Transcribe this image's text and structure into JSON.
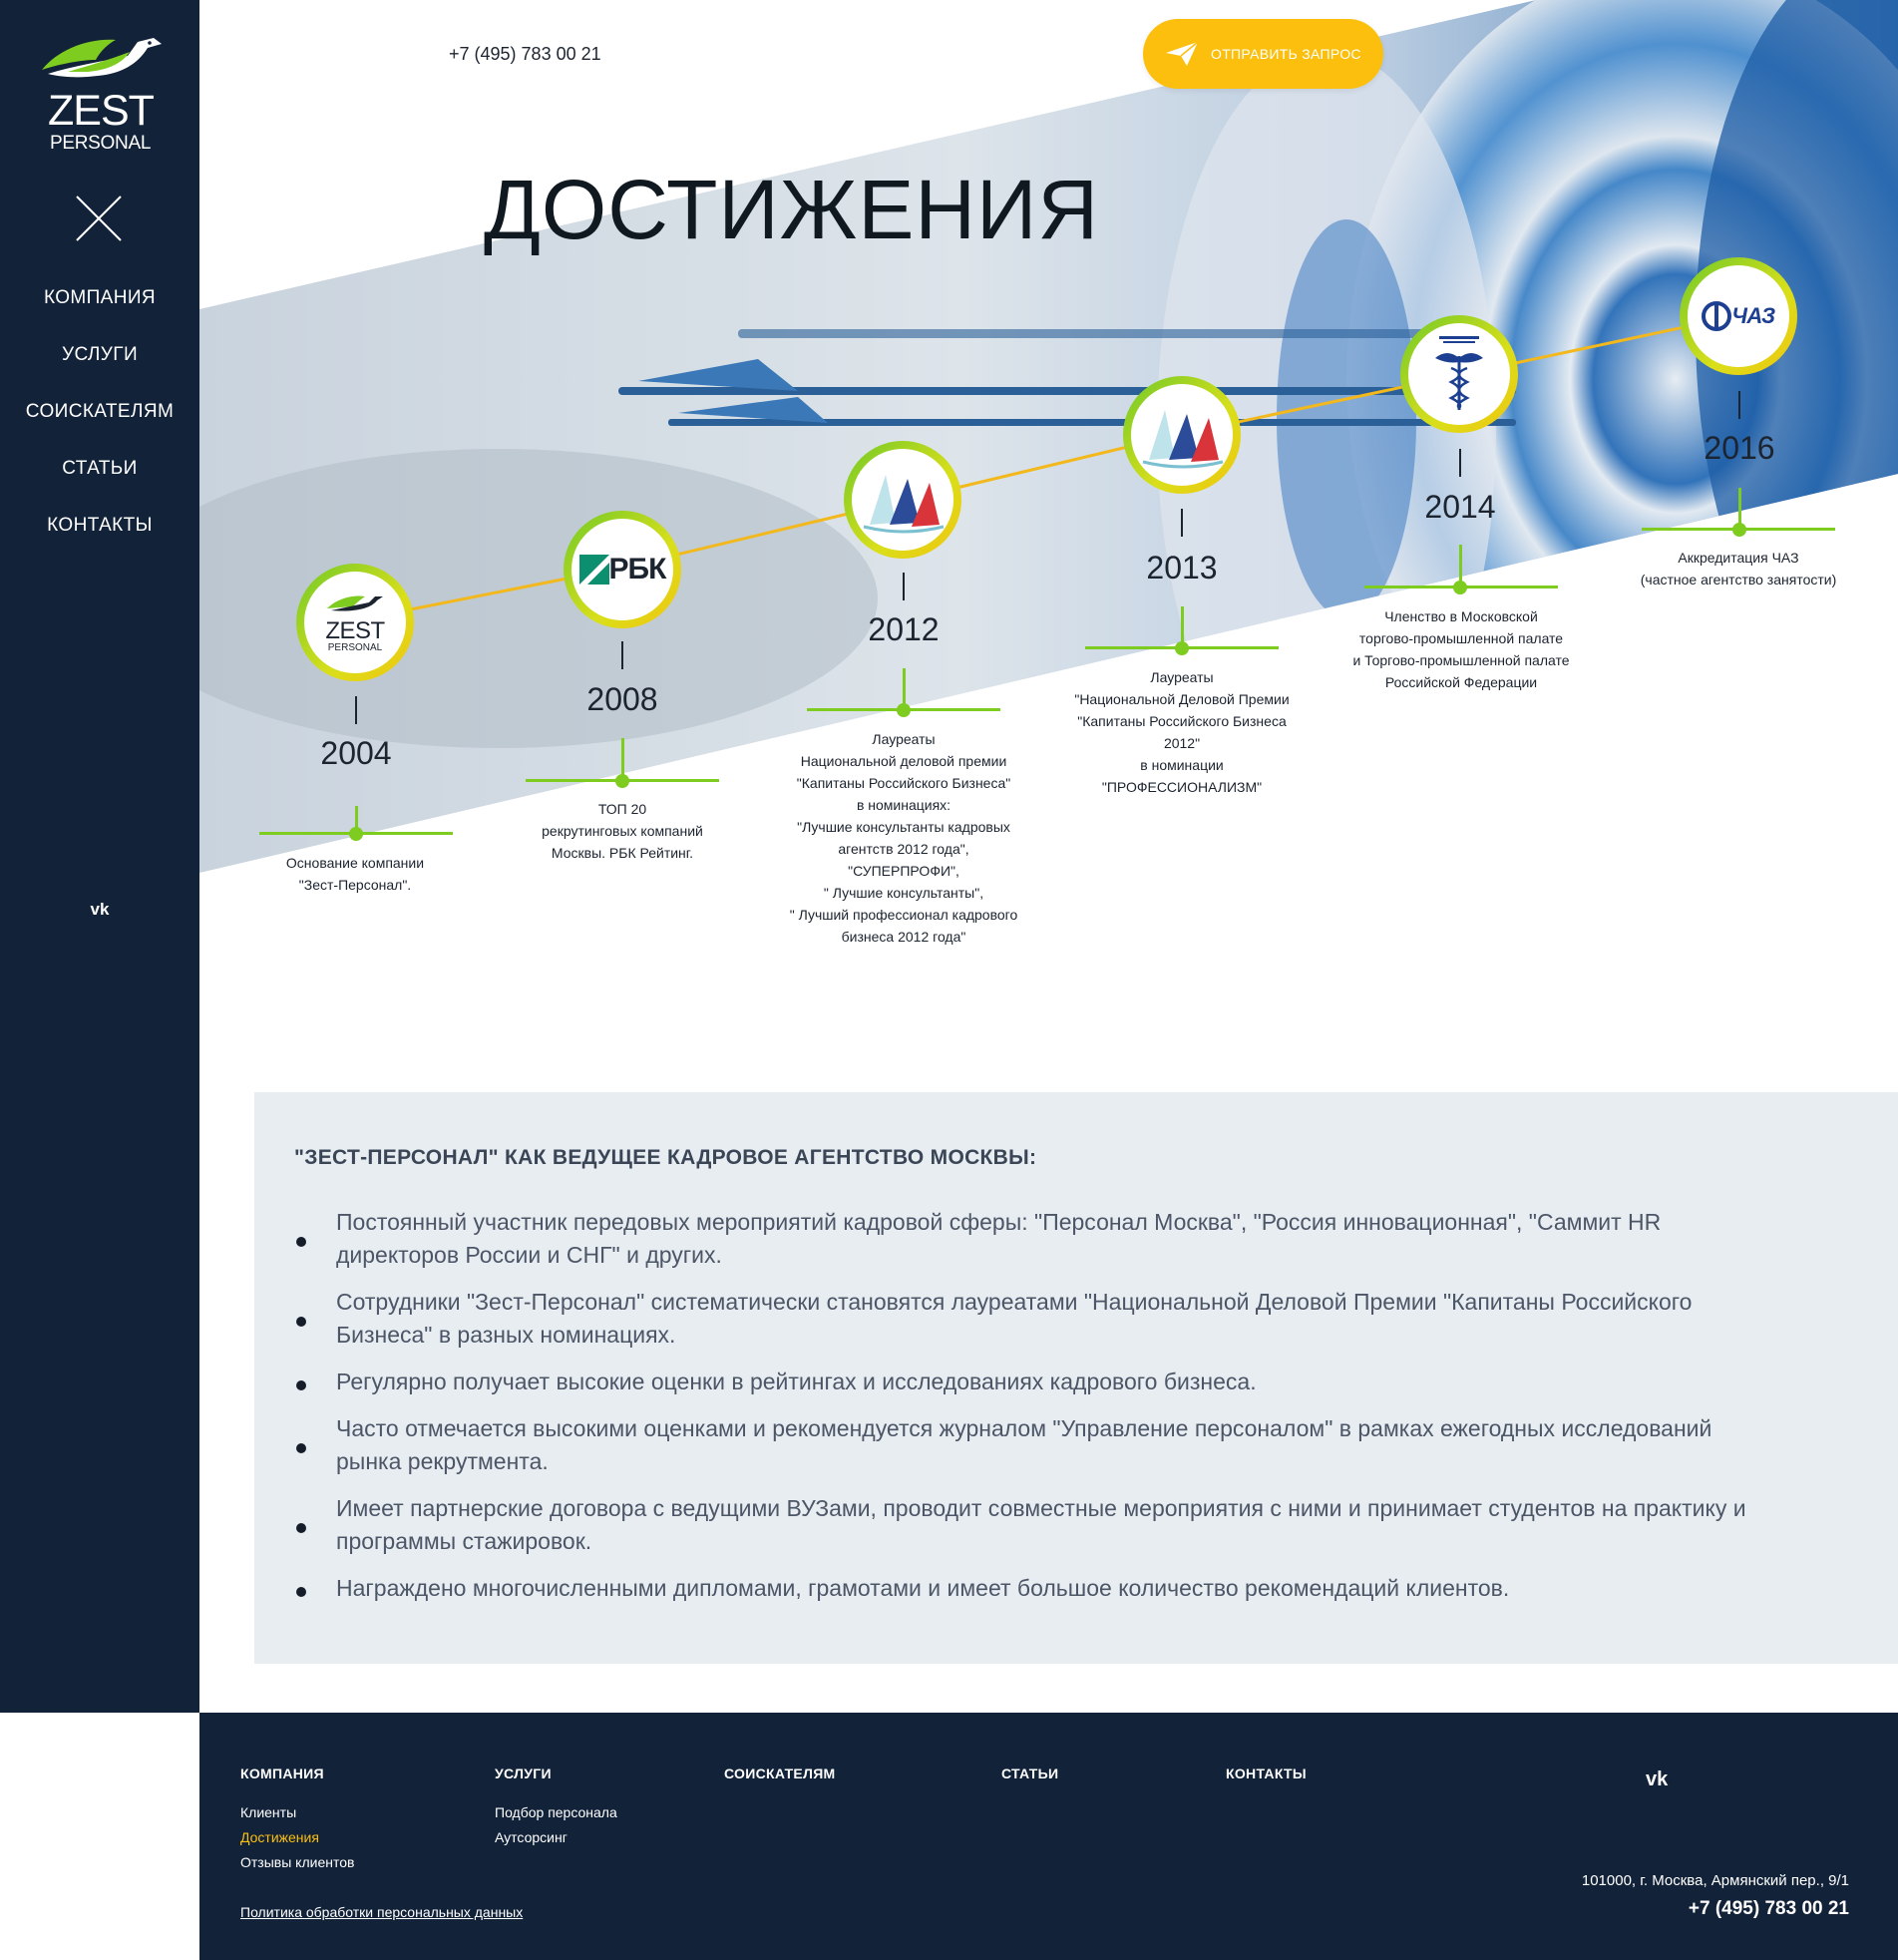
{
  "brand": {
    "name": "ZEST",
    "sub": "PERSONAL",
    "colors": {
      "navy": "#122239",
      "accent_yellow": "#fcbf0d",
      "accent_green": "#7dcc1f"
    }
  },
  "sidebar": {
    "close_icon": "close-icon",
    "items": [
      {
        "label": "КОМПАНИЯ"
      },
      {
        "label": "УСЛУГИ"
      },
      {
        "label": "СОИСКАТЕЛЯМ"
      },
      {
        "label": "СТАТЬИ"
      },
      {
        "label": "КОНТАКТЫ"
      }
    ],
    "social_icon": "vk-icon"
  },
  "header": {
    "phone": "+7 (495) 783 00 21",
    "cta_label": "ОТПРАВИТЬ ЗАПРОС",
    "search_icon": "search-icon"
  },
  "page_title": "ДОСТИЖЕНИЯ",
  "timeline": [
    {
      "year": "2004",
      "logo": "zest-logo",
      "logo_text": "ZEST",
      "logo_sub": "PERSONAL",
      "caption": [
        "Основание компании",
        "\"Зест-Персонал\"."
      ]
    },
    {
      "year": "2008",
      "logo": "rbk-logo",
      "logo_text": "РБК",
      "caption": [
        "ТОП 20",
        "рекрутинговых компаний",
        "Москвы. РБК Рейтинг."
      ]
    },
    {
      "year": "2012",
      "logo": "kapitany-logo",
      "caption": [
        "Лауреаты",
        "Национальной деловой премии",
        "\"Капитаны Российского Бизнеса\"",
        "в номинациях:",
        "\"Лучшие консультанты кадровых",
        "агентств 2012 года\",",
        "\"СУПЕРПРОФИ\",",
        "\" Лучшие консультанты\",",
        "\" Лучший профессионал кадрового",
        "бизнеса 2012 года\""
      ]
    },
    {
      "year": "2013",
      "logo": "kapitany-logo",
      "caption": [
        "Лауреаты",
        "\"Национальной Деловой Премии",
        "\"Капитаны Российского Бизнеса",
        "2012\"",
        "в номинации",
        "\"ПРОФЕССИОНАЛИЗМ\""
      ]
    },
    {
      "year": "2014",
      "logo": "tpp-logo",
      "caption": [
        "Членство в Московской",
        "торгово-промышленной палате",
        "и Торгово-промышленной палате",
        "Российской Федерации"
      ]
    },
    {
      "year": "2016",
      "logo": "chaz-logo",
      "logo_text": "ЧАЗ",
      "caption": [
        "Аккредитация ЧАЗ",
        "(частное агентство занятости)"
      ]
    }
  ],
  "info": {
    "heading": "\"ЗЕСТ-ПЕРСОНАЛ\" КАК ВЕДУЩЕЕ КАДРОВОЕ АГЕНТСТВО МОСКВЫ:",
    "items": [
      [
        "Постоянный участник передовых мероприятий кадровой сферы: \"Персонал Москва\", \"Россия инновационная\", \"Саммит HR",
        "директоров России и СНГ\" и других."
      ],
      [
        "Сотрудники \"Зест-Персонал\" систематически становятся лауреатами \"Национальной Деловой Премии \"Капитаны Российского",
        "Бизнеса\" в разных номинациях."
      ],
      [
        "Регулярно получает высокие оценки в рейтингах и исследованиях кадрового бизнеса."
      ],
      [
        "Часто отмечается высокими оценками и рекомендуется журналом \"Управление персоналом\" в рамках ежегодных исследований",
        "рынка рекрутмента."
      ],
      [
        "Имеет партнерские договора с ведущими ВУЗами, проводит совместные мероприятия с ними и принимает студентов на практику и",
        "программы стажировок."
      ],
      [
        "Награждено многочисленными дипломами, грамотами и имеет большое количество рекомендаций клиентов."
      ]
    ]
  },
  "footer": {
    "columns": [
      {
        "title": "КОМПАНИЯ",
        "links": [
          {
            "label": "Клиенты"
          },
          {
            "label": "Достижения",
            "active": true
          },
          {
            "label": "Отзывы клиентов"
          }
        ]
      },
      {
        "title": "УСЛУГИ",
        "links": [
          {
            "label": "Подбор персонала"
          },
          {
            "label": "Аутсорсинг"
          }
        ]
      },
      {
        "title": "СОИСКАТЕЛЯМ",
        "links": []
      },
      {
        "title": "СТАТЬИ",
        "links": []
      },
      {
        "title": "КОНТАКТЫ",
        "links": []
      }
    ],
    "policy": "Политика обработки персональных данных",
    "social_icon": "vk-icon",
    "address": "101000, г. Москва, Армянский пер., 9/1",
    "phone": "+7 (495) 783 00 21"
  }
}
